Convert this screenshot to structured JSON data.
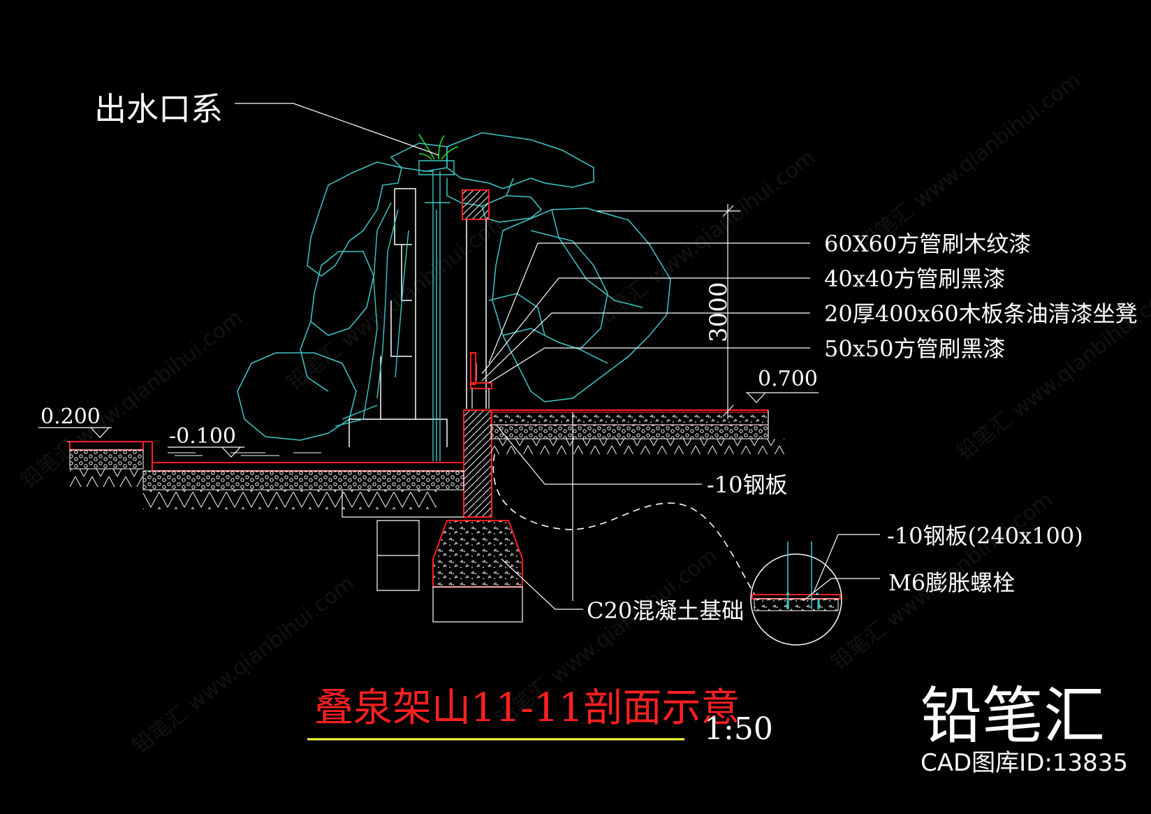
{
  "drawing": {
    "callouts": {
      "outlet": "出水口系",
      "tube60": "60X60方管刷木纹漆",
      "tube40": "40x40方管刷黑漆",
      "plank": "20厚400x60木板条油清漆坐凳",
      "tube50": "50x50方管刷黑漆",
      "steel_plate": "-10钢板",
      "steel_plate_detail": "-10钢板(240x100)",
      "bolt": "M6膨胀螺栓",
      "footing": "C20混凝土基础"
    },
    "levels": {
      "left": "0.200",
      "pool": "-0.100",
      "right": "0.700"
    },
    "dimension": "3000",
    "title": "叠泉架山11-11剖面示意",
    "scale": "1:50"
  },
  "brand": {
    "name": "铅笔汇",
    "id_text": "CAD图库ID:13835"
  },
  "watermark": {
    "text": "铅笔汇 www.qianbihui.com"
  },
  "colors": {
    "background": "#000000",
    "rock": "#40c8c8",
    "structure": "#ff2020",
    "lines": "#ffffff",
    "leaves": "#20e020",
    "title": "#ff2020",
    "title_underline": "#ffff40"
  }
}
